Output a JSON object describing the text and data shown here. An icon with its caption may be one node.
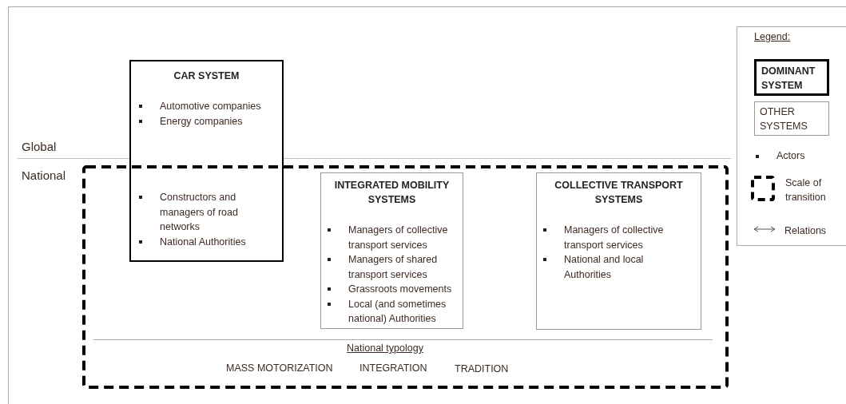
{
  "diagram": {
    "nodes": [
      {
        "text": [
          "CAR SYSTEM",
          "Automotive companies",
          "Energy companies",
          "Constructors and managers of road networks",
          "National Authorities"
        ]
      },
      {
        "text": [
          "INTEGRATED MOBILITY SYSTEMS",
          "Managers of collective transport services",
          "Managers of shared transport services",
          "Grassroots movements",
          "Local (and sometimes national) Authorities"
        ]
      },
      {
        "text": [
          "COLLECTIVE TRANSPORT SYSTEMS",
          "Managers of collective transport services",
          "National and local Authorities"
        ]
      }
    ],
    "labels": [
      "Global",
      "National",
      "Legend:",
      "National typology",
      "MASS MOTORIZATION",
      "INTEGRATION",
      "TRADITION"
    ],
    "legend": [
      {
        "text": "DOMINANT SYSTEM"
      },
      {
        "text": "OTHER SYSTEMS"
      },
      {
        "text": "Actors"
      },
      {
        "text": "Scale of transition"
      },
      {
        "text": "Relations"
      }
    ]
  }
}
